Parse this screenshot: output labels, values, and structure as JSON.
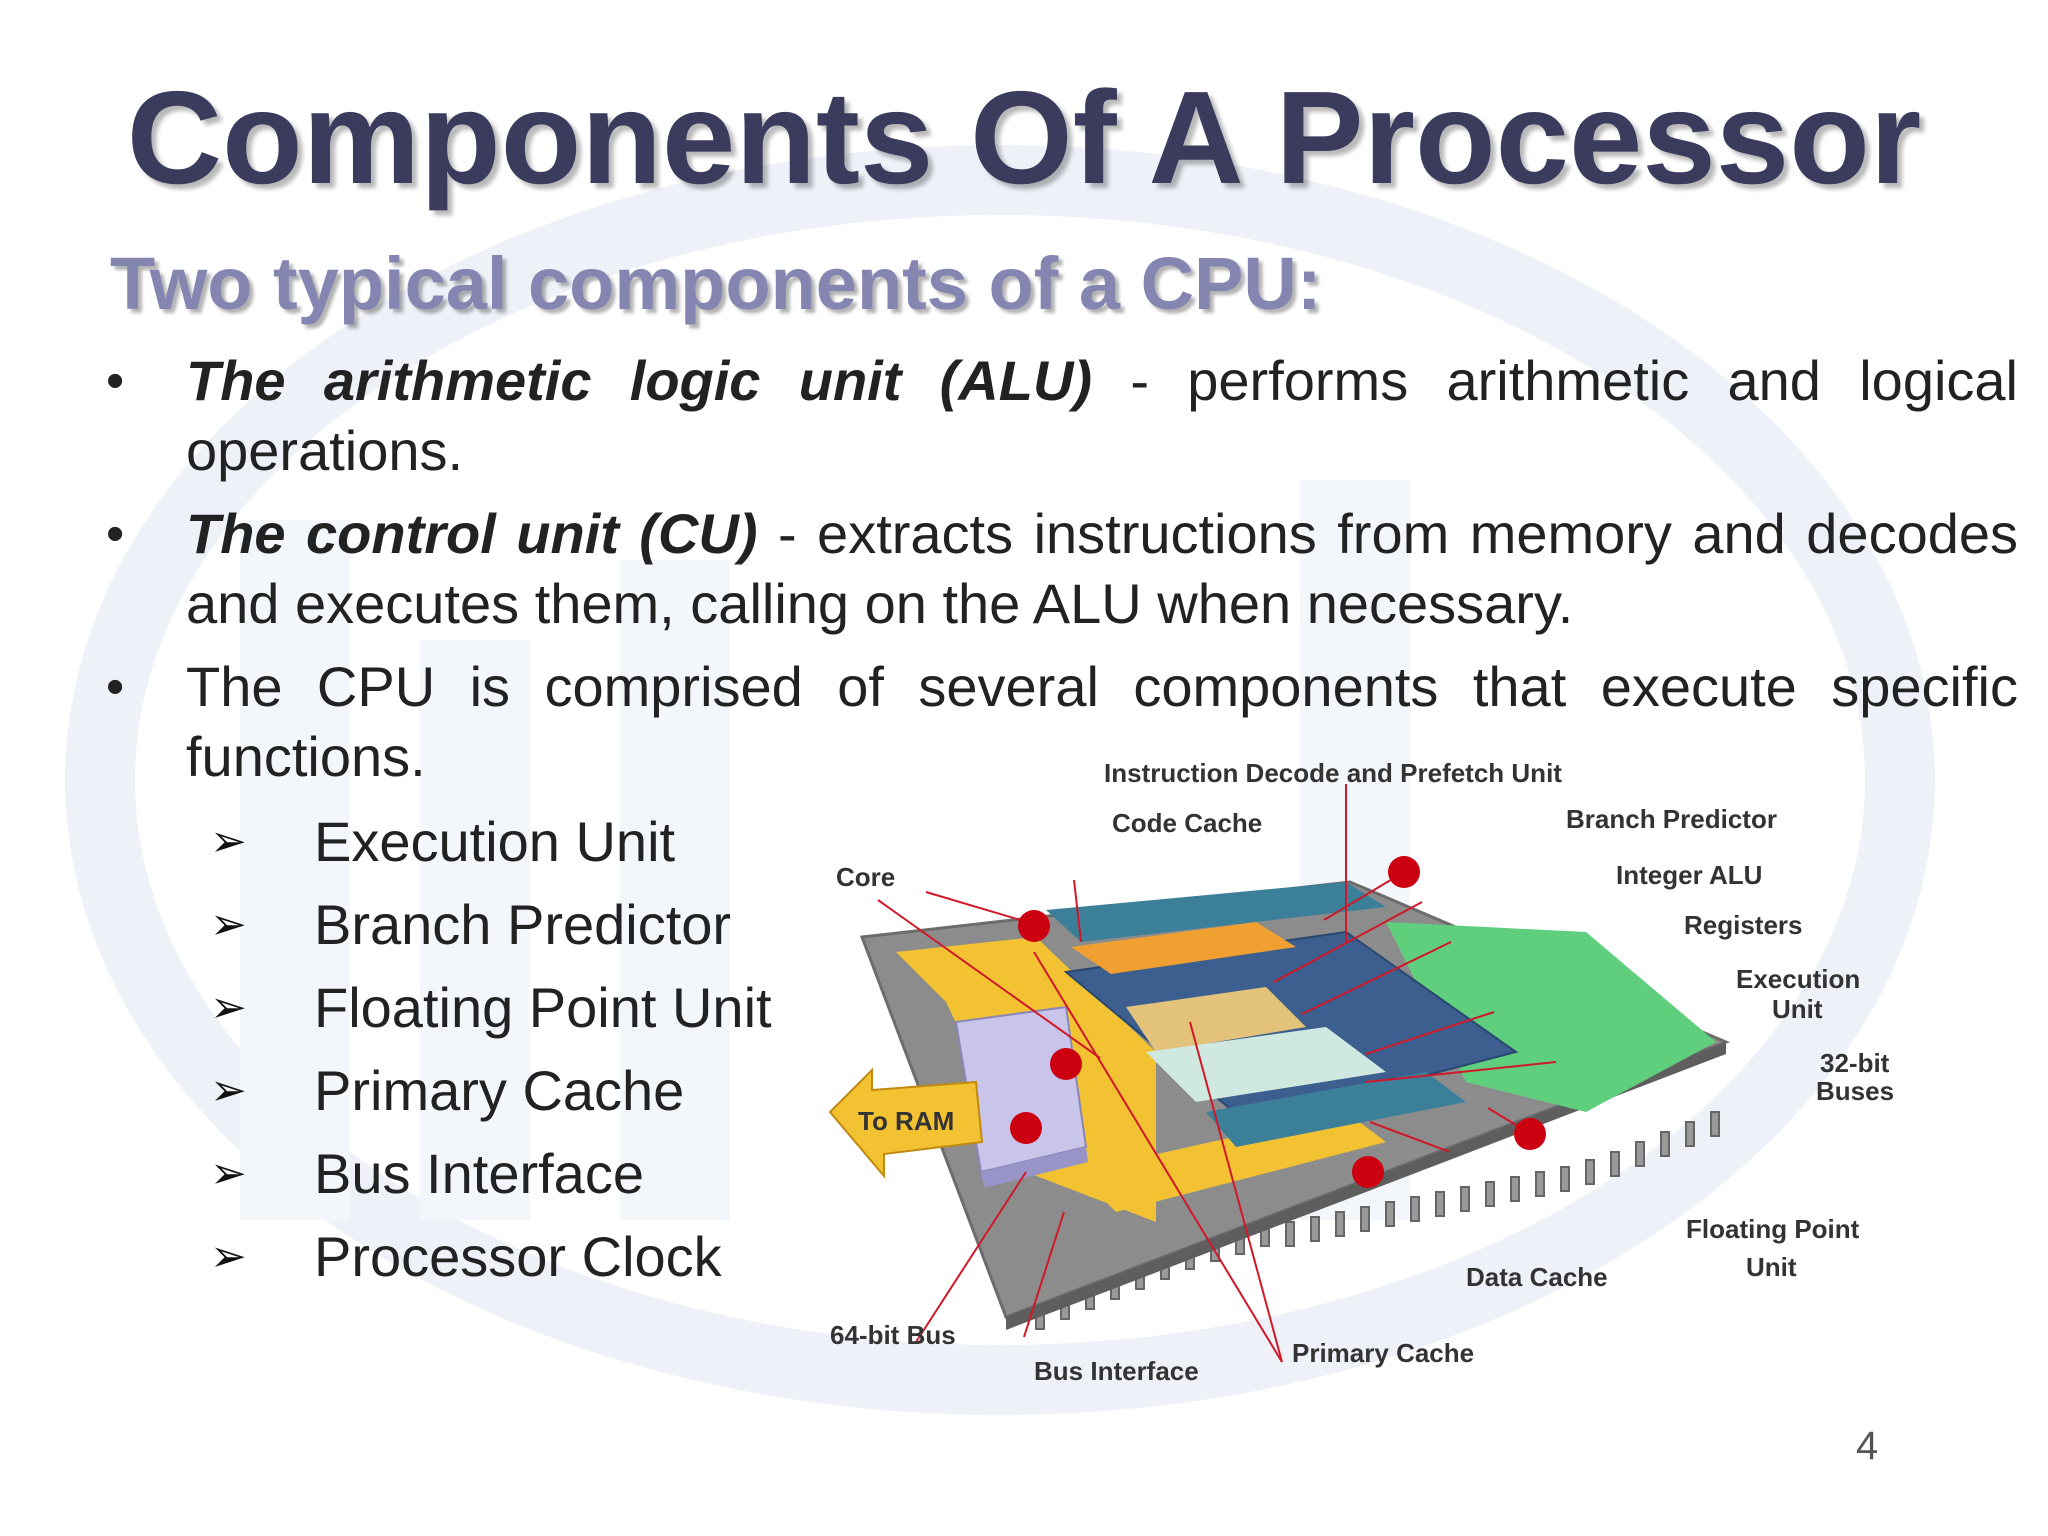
{
  "slide": {
    "title": "Components Of A Processor",
    "subtitle": "Two typical components of a CPU:",
    "bullets": [
      {
        "term": "The arithmetic logic unit (ALU)",
        "text": " - performs arithmetic and logical operations."
      },
      {
        "term": "The control unit (CU)",
        "text": " - extracts instructions from memory and decodes and executes them, calling on the ALU when necessary."
      },
      {
        "term": "",
        "text": "The CPU is comprised of several components that execute specific functions."
      }
    ],
    "bullet_marker": "•",
    "sub_marker": "➢",
    "sub_items": [
      "Execution Unit",
      "Branch Predictor",
      "Floating Point Unit",
      "Primary Cache",
      "Bus Interface",
      "Processor Clock"
    ],
    "page_number": "4"
  },
  "diagram": {
    "labels": {
      "instruction_decode": "Instruction Decode and Prefetch Unit",
      "code_cache": "Code Cache",
      "branch_predictor": "Branch Predictor",
      "core": "Core",
      "integer_alu": "Integer ALU",
      "registers": "Registers",
      "execution_unit_1": "Execution",
      "execution_unit_2": "Unit",
      "buses_1": "32-bit",
      "buses_2": "Buses",
      "to_ram": "To RAM",
      "floating_point_1": "Floating Point",
      "floating_point_2": "Unit",
      "data_cache": "Data Cache",
      "bus_64": "64-bit Bus",
      "primary_cache": "Primary Cache",
      "bus_interface": "Bus Interface"
    },
    "colors": {
      "board": "#8c8c8c",
      "yellow": "#f2c232",
      "green": "#5fcf7e",
      "blue": "#3d5f8f",
      "teal": "#3b7f99",
      "orange": "#f0a030",
      "lavender": "#c8c4ea",
      "pin_dot": "#cc0010",
      "leader": "#d01828"
    }
  }
}
